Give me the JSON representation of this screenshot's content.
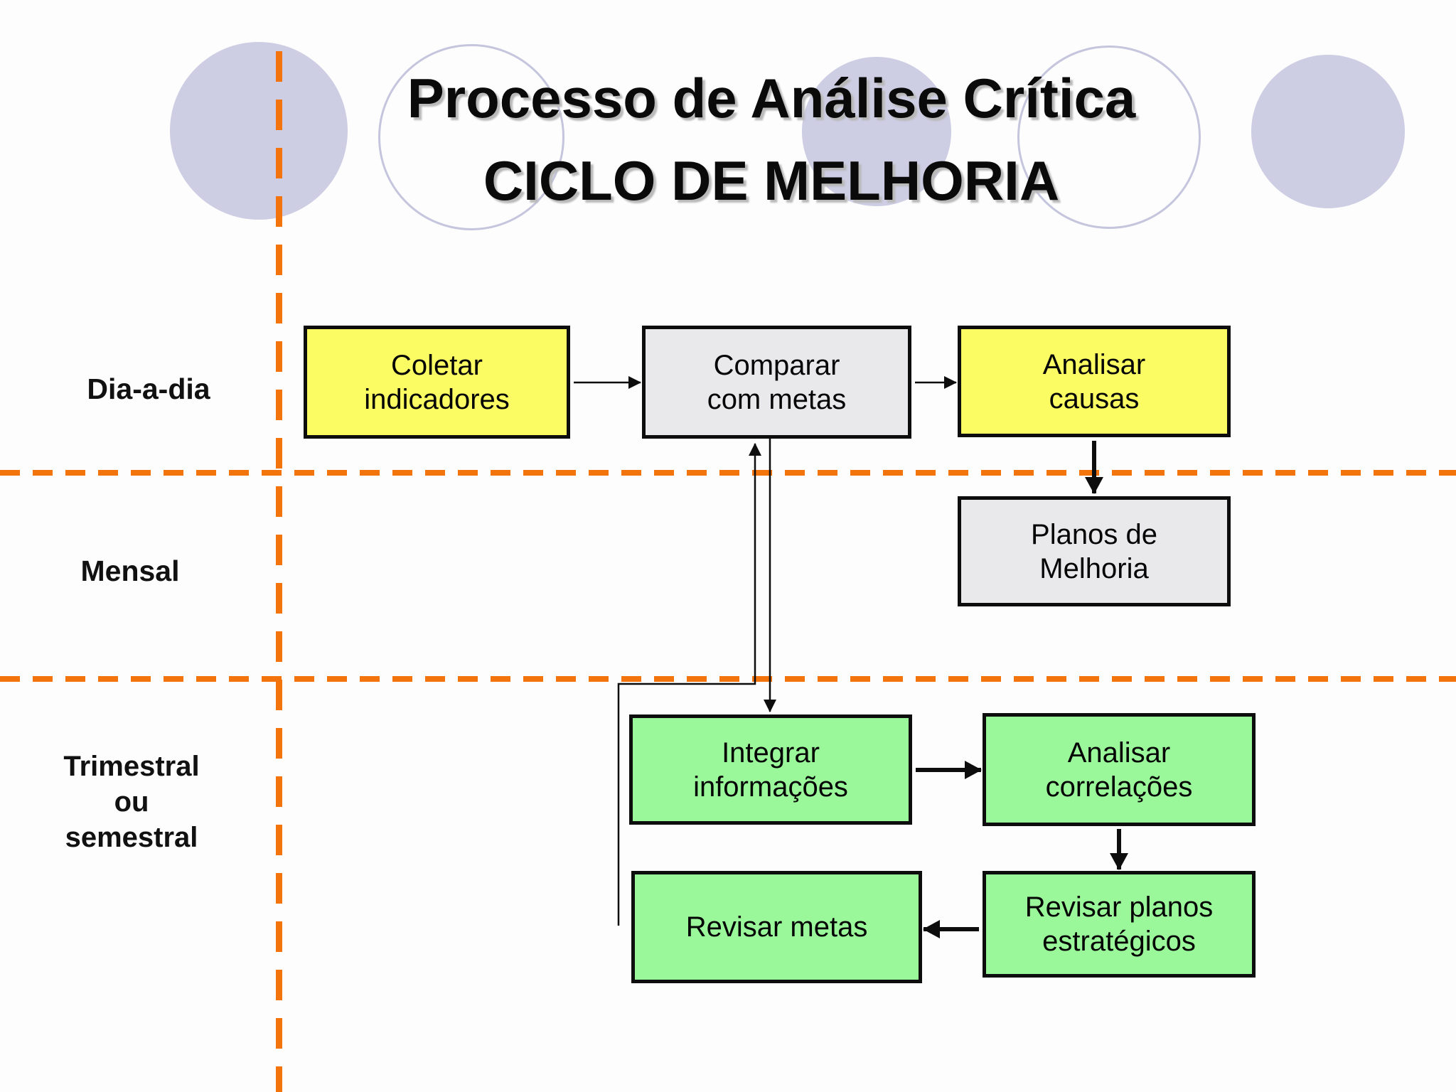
{
  "title": {
    "line1": "Processo de Análise Crítica",
    "line2": "CICLO DE MELHORIA"
  },
  "rows": [
    {
      "id": "dia-a-dia",
      "label": "Dia-a-dia"
    },
    {
      "id": "mensal",
      "label": "Mensal"
    },
    {
      "id": "trimestral-ou-semestral",
      "lines": [
        "Trimestral",
        "ou",
        "semestral"
      ]
    }
  ],
  "boxes": [
    {
      "id": "coletar-indicadores",
      "lines": [
        "Coletar",
        "indicadores"
      ],
      "color": "yellow"
    },
    {
      "id": "comparar-com-metas",
      "lines": [
        "Comparar",
        "com metas"
      ],
      "color": "gray"
    },
    {
      "id": "analisar-causas",
      "lines": [
        "Analisar",
        "causas"
      ],
      "color": "yellow"
    },
    {
      "id": "planos-de-melhoria",
      "lines": [
        "Planos de",
        "Melhoria"
      ],
      "color": "gray"
    },
    {
      "id": "integrar-informacoes",
      "lines": [
        "Integrar",
        "informações"
      ],
      "color": "green"
    },
    {
      "id": "analisar-correlacoes",
      "lines": [
        "Analisar",
        "correlações"
      ],
      "color": "green"
    },
    {
      "id": "revisar-planos-estrategicos",
      "lines": [
        "Revisar planos",
        "estratégicos"
      ],
      "color": "green"
    },
    {
      "id": "revisar-metas",
      "lines": [
        "Revisar metas"
      ],
      "color": "green"
    }
  ],
  "colors": {
    "orange": "#F3730D",
    "yellow": "#FBFB63",
    "green": "#9AF89A",
    "gray": "#E9E9EB",
    "circle-fill": "#CDCDE4",
    "circle-stroke": "#C5C5DE",
    "line-black": "#0D0D0D"
  }
}
